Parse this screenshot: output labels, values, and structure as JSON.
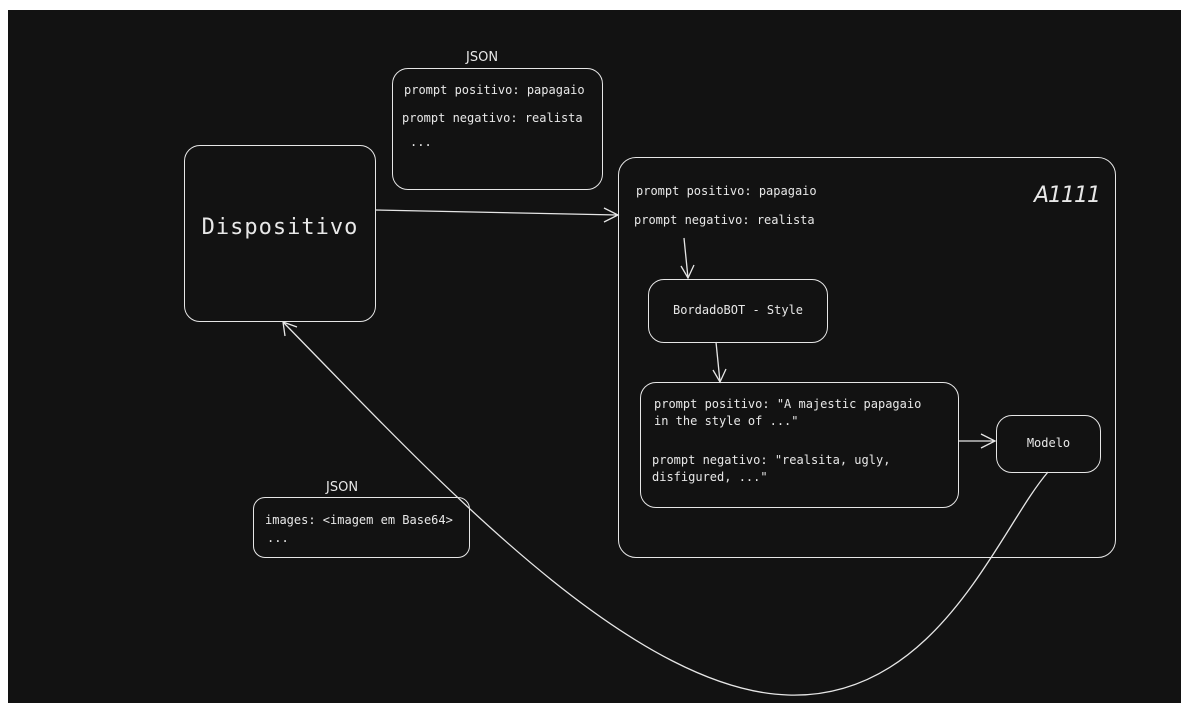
{
  "json_label_top": "JSON",
  "json_top": {
    "line1": "prompt positivo: papagaio",
    "line2": "prompt negativo: realista",
    "line3": "..."
  },
  "device": {
    "label": "Dispositivo"
  },
  "a1111": {
    "logo": "A1111",
    "prompt_pos": "prompt positivo: papagaio",
    "prompt_neg": "prompt negativo: realista",
    "style_box": "BordadoBOT - Style",
    "expanded_pos_1": "prompt positivo: \"A majestic papagaio",
    "expanded_pos_2": "in the style of ...\"",
    "expanded_neg_1": "prompt negativo: \"realsita, ugly,",
    "expanded_neg_2": "disfigured, ...\"",
    "model": "Modelo"
  },
  "json_label_bottom": "JSON",
  "json_bottom": {
    "line1": "images: <imagem em Base64>",
    "line2": "..."
  }
}
